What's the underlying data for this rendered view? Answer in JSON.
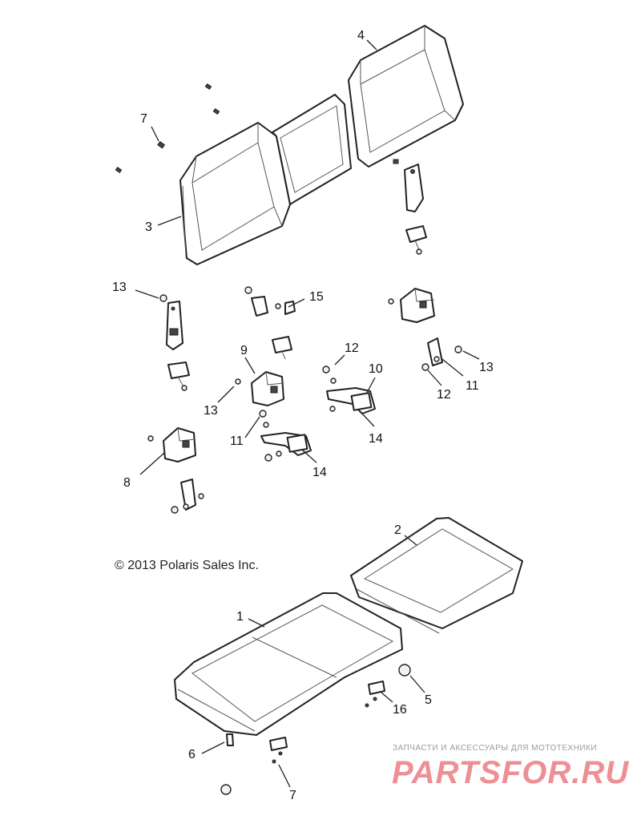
{
  "callouts": {
    "c1": "1",
    "c2": "2",
    "c3": "3",
    "c4": "4",
    "c5": "5",
    "c6": "6",
    "c7a": "7",
    "c7b": "7",
    "c8": "8",
    "c9": "9",
    "c10": "10",
    "c11a": "11",
    "c11b": "11",
    "c12a": "12",
    "c12b": "12",
    "c13a": "13",
    "c13b": "13",
    "c13c": "13",
    "c14a": "14",
    "c14b": "14",
    "c15": "15",
    "c16": "16"
  },
  "copyright": "© 2013 Polaris Sales Inc.",
  "watermark": {
    "caption": "ЗАПЧАСТИ И АКСЕССУАРЫ ДЛЯ МОТОТЕХНИКИ",
    "logo": "PARTSFOR.RU",
    "color": "#e97d83"
  }
}
